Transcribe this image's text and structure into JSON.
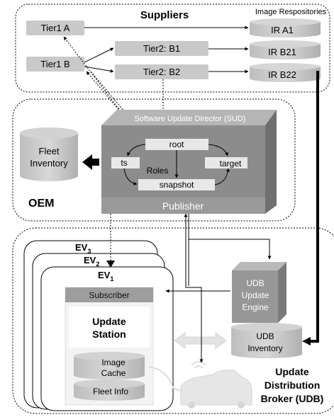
{
  "regions": {
    "suppliers": "Suppliers",
    "repositories": "Image Respositories",
    "oem": "OEM",
    "udb_line1": "Update",
    "udb_line2": "Distribution",
    "udb_line3": "Broker (UDB)"
  },
  "suppliers": {
    "tier1_a": "Tier1 A",
    "tier1_b": "Tier1 B",
    "tier2_b1": "Tier2: B1",
    "tier2_b2": "Tier2: B2"
  },
  "repos": {
    "ir_a1": "IR A1",
    "ir_b21": "IR B21",
    "ir_b22": "IR B22"
  },
  "oem": {
    "fleet_inventory_line1": "Fleet",
    "fleet_inventory_line2": "Inventory",
    "sud_title": "Software Update Director (SUD)",
    "root": "root",
    "ts": "ts",
    "roles": "Roles",
    "target": "target",
    "snapshot": "snapshot",
    "publisher": "Publisher"
  },
  "ev": {
    "ev3_main": "EV",
    "ev3_sub": "3",
    "ev2_main": "EV",
    "ev2_sub": "2",
    "ev1_main": "EV",
    "ev1_sub": "1",
    "subscriber": "Subscriber",
    "station_line1": "Update",
    "station_line2": "Station",
    "image_cache_line1": "Image",
    "image_cache_line2": "Cache",
    "fleet_info": "Fleet Info"
  },
  "udb": {
    "engine_line1": "UDB",
    "engine_line2": "Update",
    "engine_line3": "Engine",
    "inventory_line1": "UDB",
    "inventory_line2": "Inventory"
  },
  "colors": {
    "box_fill": "#c9c9c9",
    "sud_front": "#8c8c8c",
    "sud_top": "#b5b5b5",
    "sud_side": "#6f6f6f",
    "role_fill": "#e8e8e8",
    "arrow": "#000000"
  }
}
